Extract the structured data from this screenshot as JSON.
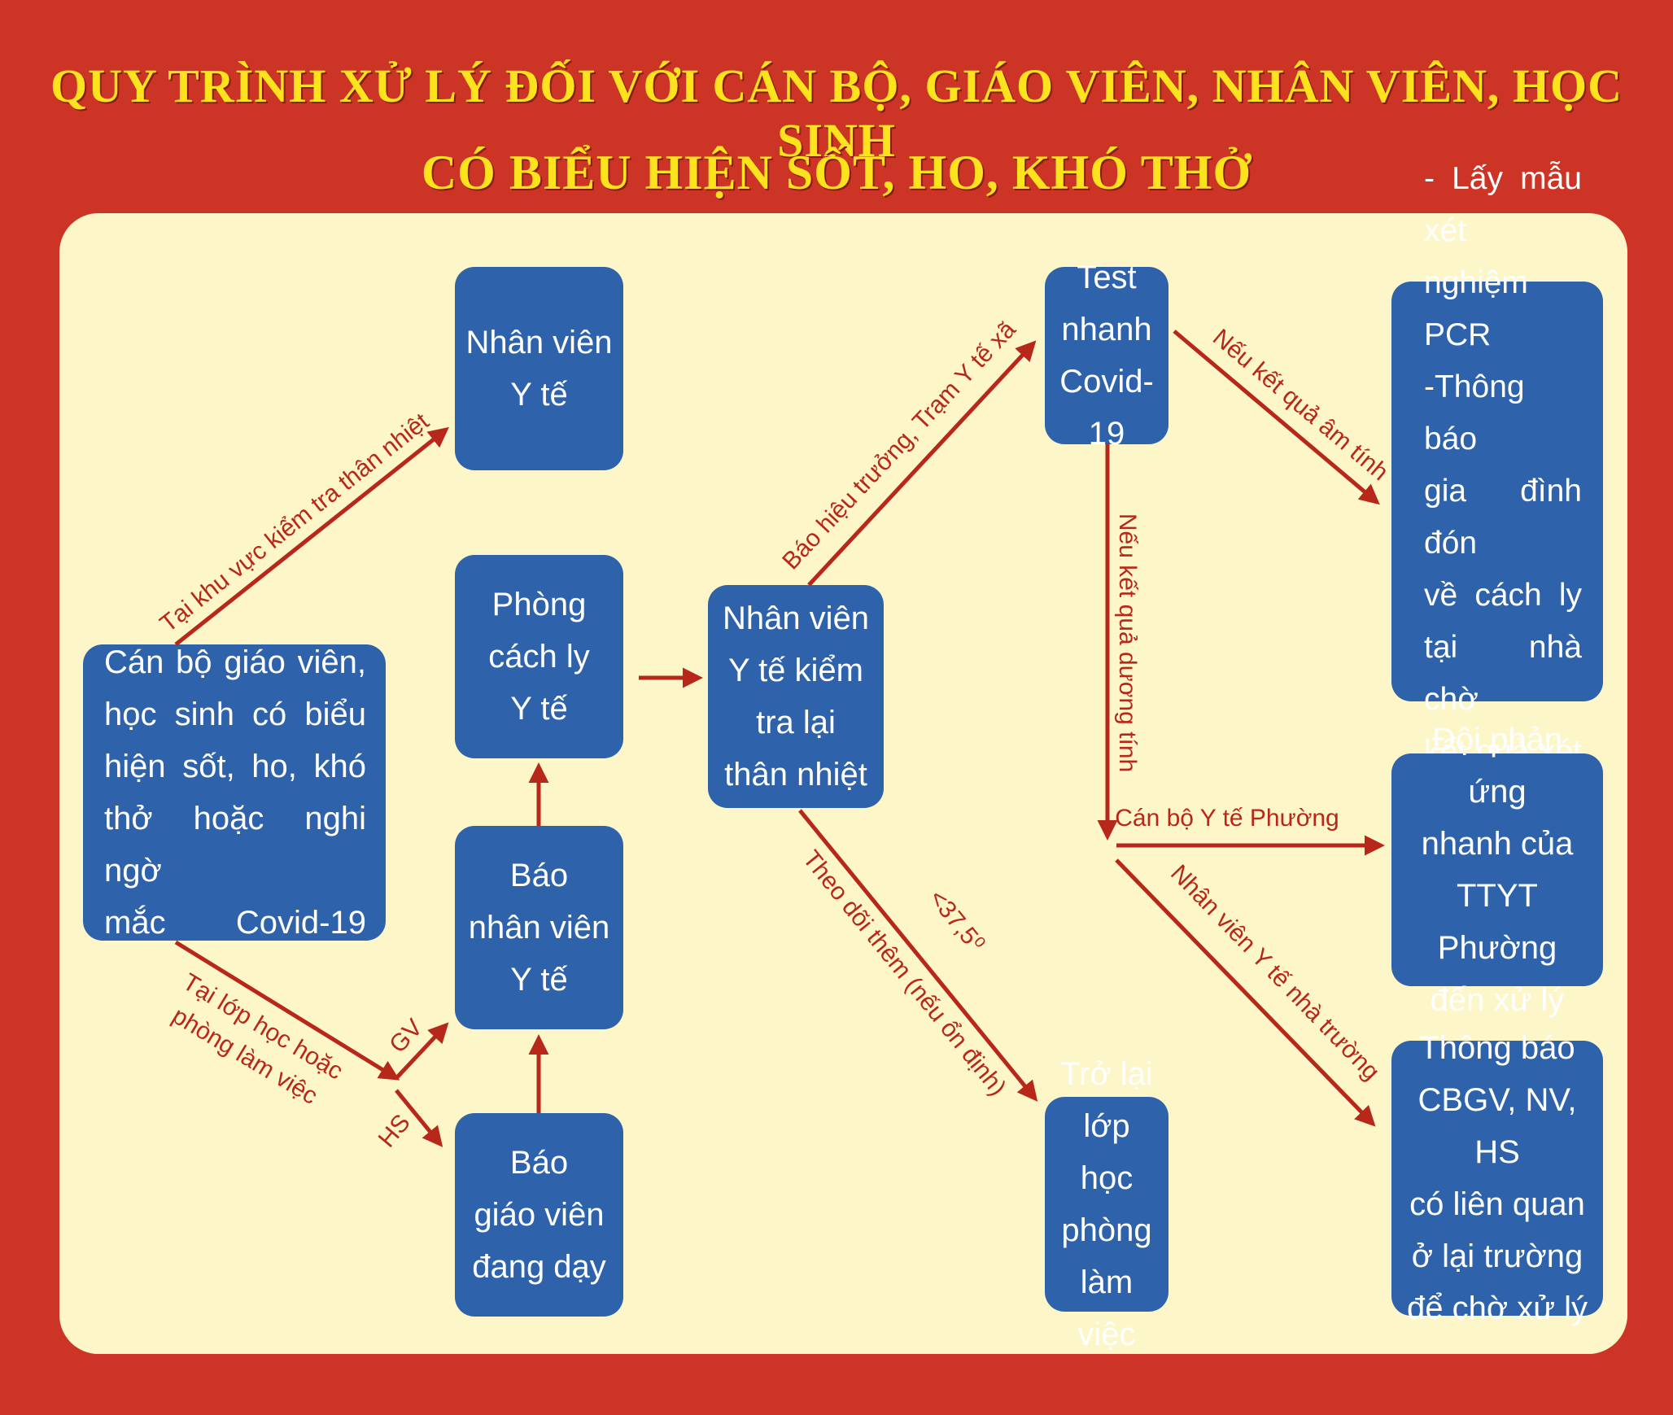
{
  "title": {
    "line1": "QUY TRÌNH XỬ LÝ ĐỐI VỚI CÁN BỘ, GIÁO VIÊN, NHÂN VIÊN, HỌC SINH",
    "line2": "CÓ BIỂU HIỆN SỐT, HO, KHÓ THỞ"
  },
  "colors": {
    "background": "#cc3526",
    "panel": "#fdf6c8",
    "box": "#2e63ac",
    "title": "#fde21e",
    "arrow": "#b8281a"
  },
  "nodes": {
    "start": "Cán bộ giáo viên,\nhọc sinh có biểu\nhiện sốt, ho, khó\nthở hoặc nghi ngờ\nmắc Covid-19",
    "nhan_vien_y_te": "Nhân viên\nY tế",
    "phong_cach_ly": "Phòng\ncách ly\nY tế",
    "bao_nhan_vien": "Báo\nnhân viên\nY tế",
    "bao_giao_vien": "Báo\ngiáo viên\nđang dạy",
    "kiem_tra_lai": "Nhân viên\nY tế kiểm\ntra lại\nthân nhiệt",
    "test_nhanh": "Test\nnhanh\nCovid-19",
    "tro_lai": "Trở lại\nlớp học\nphòng\nlàm việc",
    "lay_mau": "- Lấy mẫu xét\nnghiệm PCR\n-Thông báo\ngia đình đón\nvề cách ly\ntại nhà chờ\nkết quả xét\nnghiệm",
    "doi_phan_ung": "Đội phản ứng\nnhanh của\nTTYT Phường\nđến xử lý",
    "thong_bao": "Thông báo\nCBGV, NV, HS\ncó liên quan\nở lại trường\nđể chờ xử lý"
  },
  "edge_labels": {
    "tai_khu_vuc": "Tại khu vực kiểm tra thân nhiệt",
    "tai_lop_1": "Tại lớp học hoặc",
    "tai_lop_2": "phòng làm việc",
    "gv": "GV",
    "hs": "HS",
    "bao_hieu_truong": "Báo hiệu trưởng, Trạm Y tế xã",
    "theo_doi": "Theo dõi thêm (nếu ổn định)",
    "nhiet_do": "<37,5⁰",
    "am_tinh": "Nếu kết quả âm tính",
    "duong_tinh": "Nếu kết quả dương tính",
    "can_bo_y_te": "Cán bộ Y tế Phường",
    "nv_y_te_truong": "Nhân viên Y tế nhà trường"
  }
}
